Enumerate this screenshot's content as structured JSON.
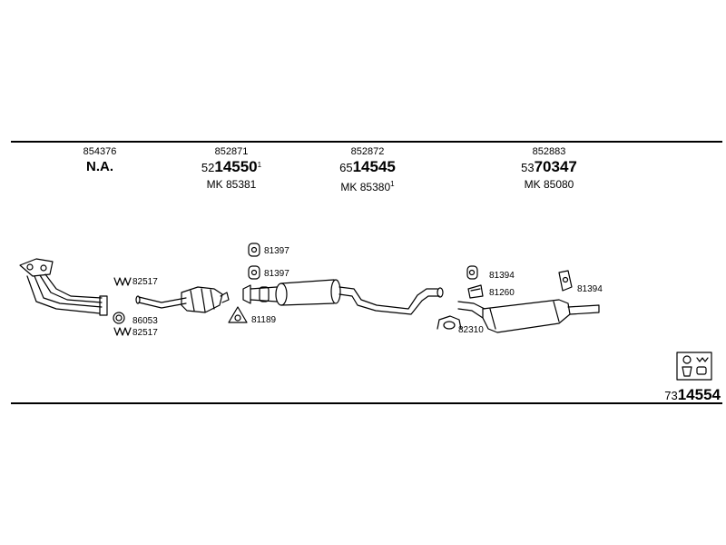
{
  "columns": [
    {
      "code": "854376",
      "status": "N.A.",
      "prefix": "",
      "number": "",
      "mark": "",
      "mk": ""
    },
    {
      "code": "852871",
      "status": "",
      "prefix": "52",
      "number": "14550",
      "mark": "1",
      "mk": "MK  85381",
      "mk_mark": ""
    },
    {
      "code": "852872",
      "status": "",
      "prefix": "65",
      "number": "14545",
      "mark": "",
      "mk": "MK  85380",
      "mk_mark": "1"
    },
    {
      "code": "852883",
      "status": "",
      "prefix": "53",
      "number": "70347",
      "mark": "",
      "mk": "MK  85080",
      "mk_mark": ""
    }
  ],
  "parts": {
    "clamp_a": "82517",
    "gasket_a": "86053",
    "clamp_b": "82517",
    "hanger_a": "81397",
    "hanger_b": "81397",
    "gasket_b": "81189",
    "hanger_c": "81394",
    "hanger_d": "81260",
    "clamp_c": "82310",
    "hanger_e": "81394"
  },
  "footer": {
    "prefix": "73",
    "number": "14554"
  },
  "icon": "mounting-kit-icon"
}
